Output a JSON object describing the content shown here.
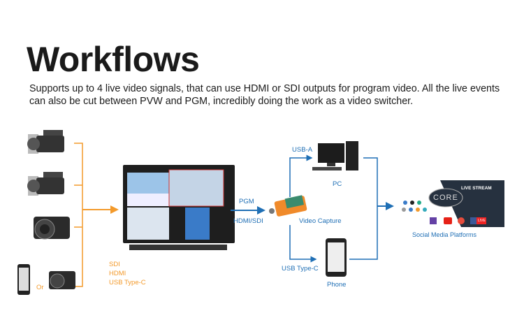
{
  "title": "Workflows",
  "description": "Supports up to 4 live video signals, that can use HDMI or SDI outputs for program video. All the live events can also be cut between PVW and PGM, incredibly doing the work as a video switcher.",
  "inputs": {
    "or_label": "Or",
    "connections": [
      "SDI",
      "HDMI",
      "USB Type-C"
    ]
  },
  "monitor": {
    "pgm_label": "PGM",
    "output_label": "HDMI/SDI"
  },
  "capture": {
    "label": "Video Capture"
  },
  "pc": {
    "connection": "USB-A",
    "label": "PC"
  },
  "phone": {
    "connection": "USB Type-C",
    "label": "Phone"
  },
  "social": {
    "label": "Social Media Platforms",
    "core_label": "CORE",
    "stream_label": "LIVE STREAM",
    "fb_live": "LIVE"
  },
  "colors": {
    "orange": "#f39a2b",
    "blue": "#1f6fb5",
    "dark_panel": "#26313f"
  }
}
